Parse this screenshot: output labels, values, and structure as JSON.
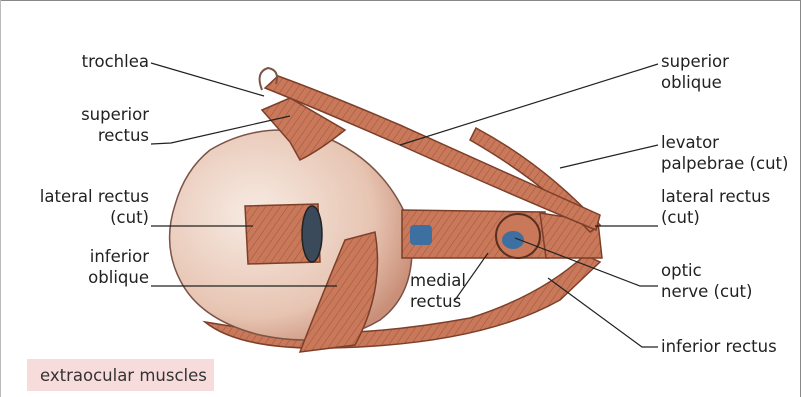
{
  "figure": {
    "caption": "extraocular muscles",
    "labels": {
      "trochlea": [
        "trochlea"
      ],
      "superior_rectus": [
        "superior",
        "rectus"
      ],
      "lateral_rectus_cut_left": [
        "lateral rectus",
        "(cut)"
      ],
      "inferior_oblique": [
        "inferior",
        "oblique"
      ],
      "superior_oblique": [
        "superior",
        "oblique"
      ],
      "levator_palpebrae": [
        "levator",
        "palpebrae (cut)"
      ],
      "lateral_rectus_cut_right": [
        "lateral rectus",
        "(cut)"
      ],
      "optic_nerve": [
        "optic",
        "nerve (cut)"
      ],
      "inferior_rectus": [
        "inferior rectus"
      ],
      "medial_rectus": [
        "medial",
        "rectus"
      ]
    },
    "colors": {
      "muscle": "#c9785a",
      "muscle_dark": "#8a4a33",
      "eyeball": "#e8c9b8",
      "nerve": "#3d6fa0",
      "caption_bg": "#f8dcdc",
      "frame": "#888888"
    }
  }
}
